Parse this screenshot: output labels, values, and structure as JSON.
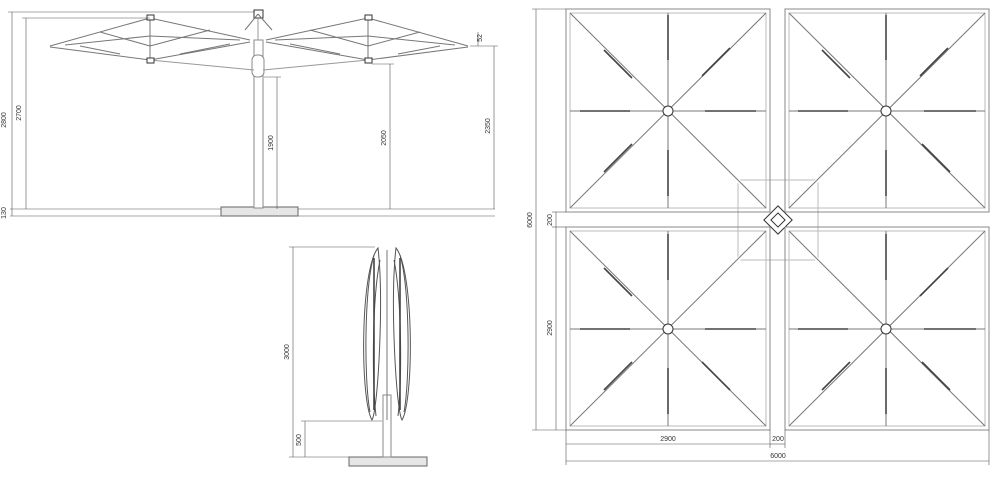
{
  "views": {
    "side": {
      "dims": {
        "total_height": "2800",
        "canopy_edge": "2700",
        "crank": "1900",
        "inner_height": "2050",
        "edge_height": "2350",
        "tilt": "52",
        "base": "130"
      }
    },
    "folded": {
      "dims": {
        "height": "3000",
        "base": "500"
      }
    },
    "top": {
      "dims": {
        "total": "6000",
        "gap": "200",
        "canopy": "2900",
        "canopy_width": "2900",
        "gap_width": "200",
        "total_width": "6000"
      }
    }
  },
  "colors": {
    "line": "#777777",
    "dark_rib": "#444444",
    "dimension": "#555555"
  }
}
